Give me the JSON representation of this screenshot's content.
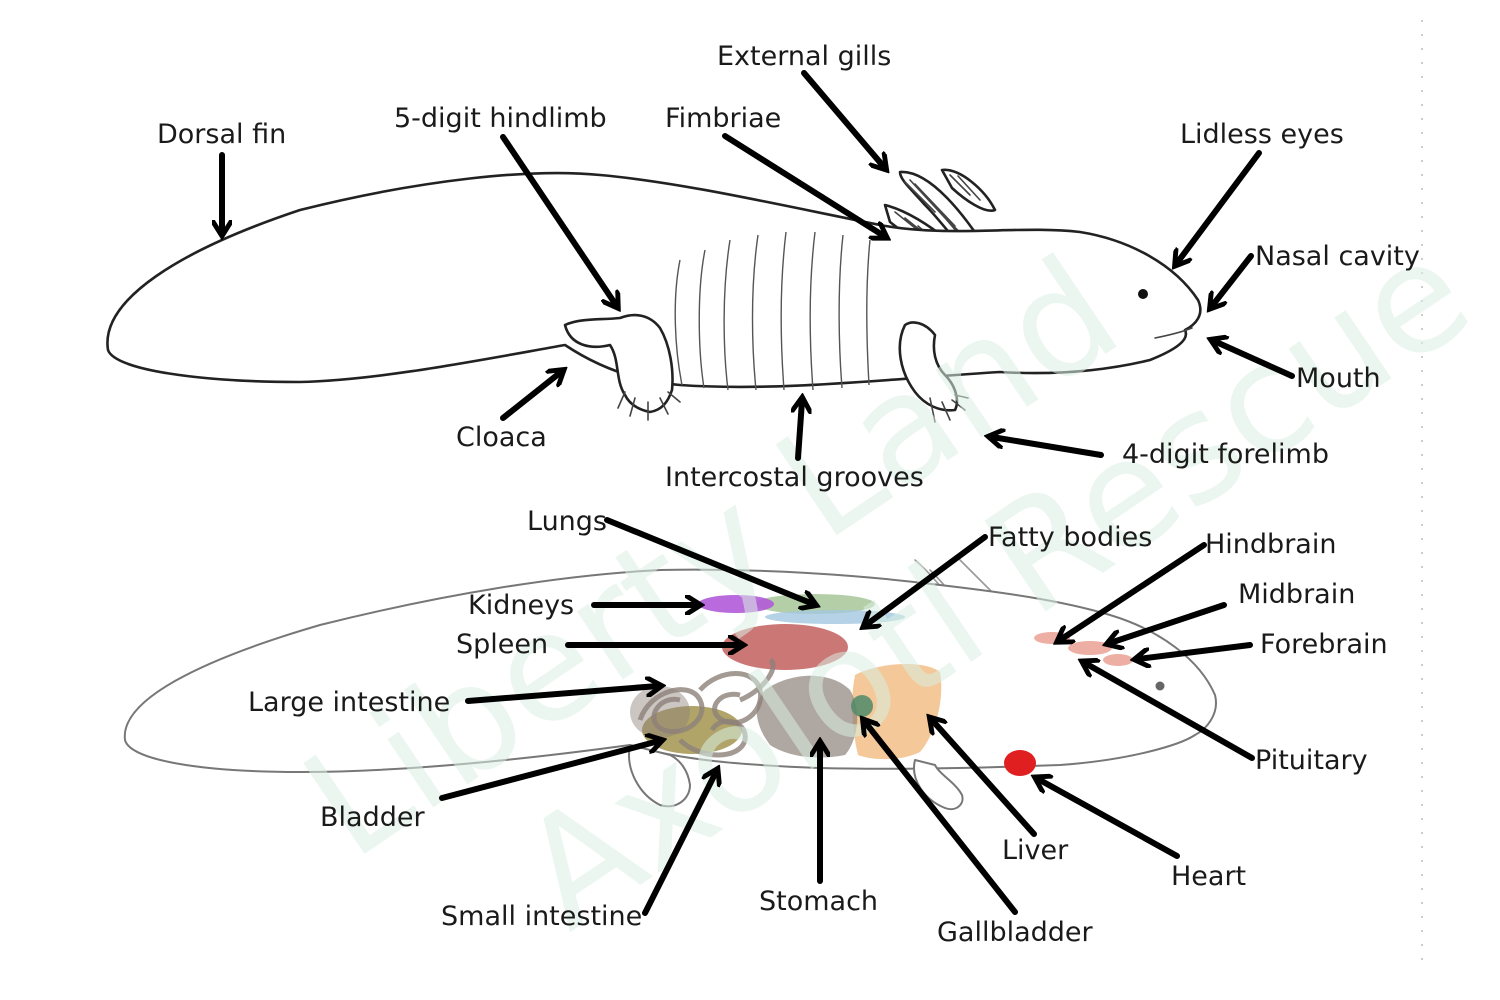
{
  "watermark": {
    "line1": "Liberty Land",
    "line2": "Axolotl Rescue"
  },
  "colors": {
    "kidneys": "#b15ad8",
    "lungs": "#9bbf8a",
    "fatty_bodies": "#a3c7e0",
    "spleen": "#b94a48",
    "intestine": "#8d8179",
    "bladder": "#8f7d2a",
    "stomach": "#8d8179",
    "liver": "#f0b675",
    "gallbladder": "#4f8a6a",
    "heart": "#e02020",
    "brain": "#e89b8c"
  },
  "external_labels": {
    "dorsal_fin": "Dorsal fin",
    "hindlimb": "5-digit hindlimb",
    "external_gills": "External gills",
    "fimbriae": "Fimbriae",
    "lidless_eyes": "Lidless eyes",
    "nasal_cavity": "Nasal cavity",
    "mouth": "Mouth",
    "forelimb": "4-digit forelimb",
    "intercostal_grooves": "Intercostal grooves",
    "cloaca": "Cloaca"
  },
  "internal_labels": {
    "lungs": "Lungs",
    "kidneys": "Kidneys",
    "spleen": "Spleen",
    "large_intestine": "Large intestine",
    "bladder": "Bladder",
    "small_intestine": "Small intestine",
    "stomach": "Stomach",
    "gallbladder": "Gallbladder",
    "liver": "Liver",
    "heart": "Heart",
    "fatty_bodies": "Fatty bodies",
    "hindbrain": "Hindbrain",
    "midbrain": "Midbrain",
    "forebrain": "Forebrain",
    "pituitary": "Pituitary"
  }
}
